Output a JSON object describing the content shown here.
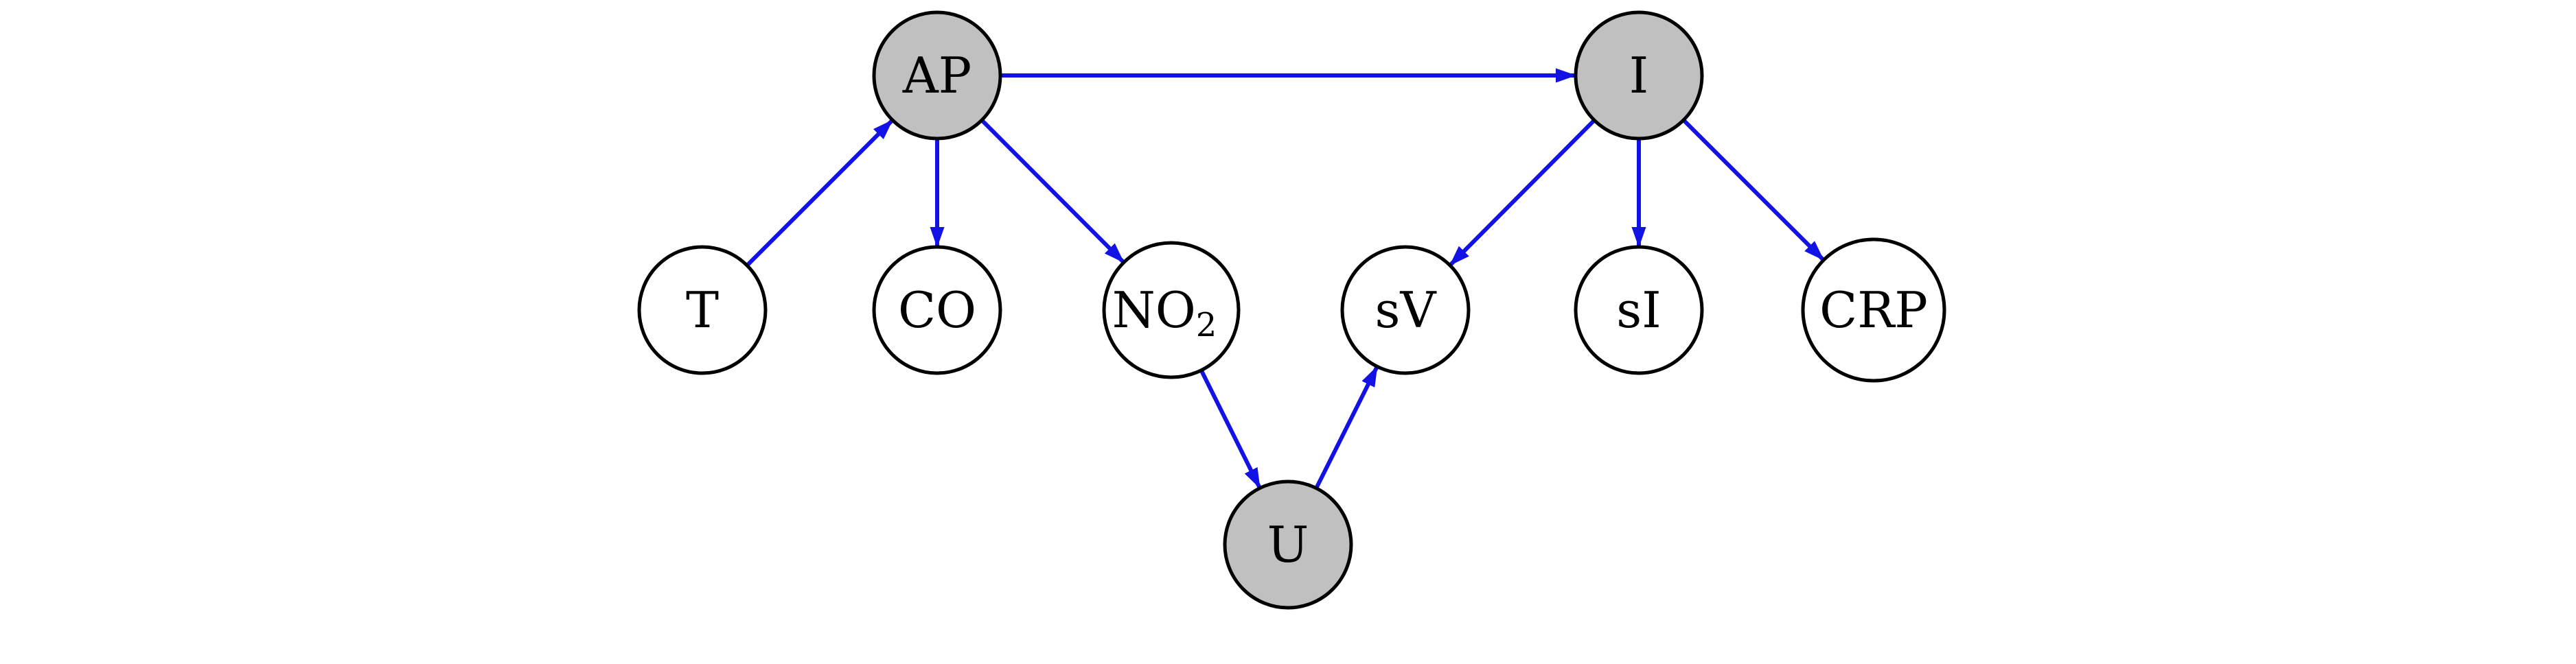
{
  "colors": {
    "edge": "#1212e6",
    "observed_fill": "#c0c0c0",
    "latent_fill": "#ffffff",
    "stroke": "#000000"
  },
  "nodes": [
    {
      "id": "AP",
      "label": "AP",
      "shaded": true
    },
    {
      "id": "I",
      "label": "I",
      "shaded": true
    },
    {
      "id": "T",
      "label": "T",
      "shaded": false
    },
    {
      "id": "CO",
      "label": "CO",
      "shaded": false
    },
    {
      "id": "NO2",
      "label": "NO",
      "subscript": "2",
      "shaded": false
    },
    {
      "id": "sV",
      "label": "sV",
      "shaded": false
    },
    {
      "id": "sI",
      "label": "sI",
      "shaded": false
    },
    {
      "id": "CRP",
      "label": "CRP",
      "shaded": false
    },
    {
      "id": "U",
      "label": "U",
      "shaded": true
    }
  ],
  "edges": [
    {
      "from": "AP",
      "to": "I"
    },
    {
      "from": "T",
      "to": "AP"
    },
    {
      "from": "AP",
      "to": "CO"
    },
    {
      "from": "AP",
      "to": "NO2"
    },
    {
      "from": "I",
      "to": "sV"
    },
    {
      "from": "I",
      "to": "sI"
    },
    {
      "from": "I",
      "to": "CRP"
    },
    {
      "from": "NO2",
      "to": "U"
    },
    {
      "from": "U",
      "to": "sV"
    }
  ]
}
